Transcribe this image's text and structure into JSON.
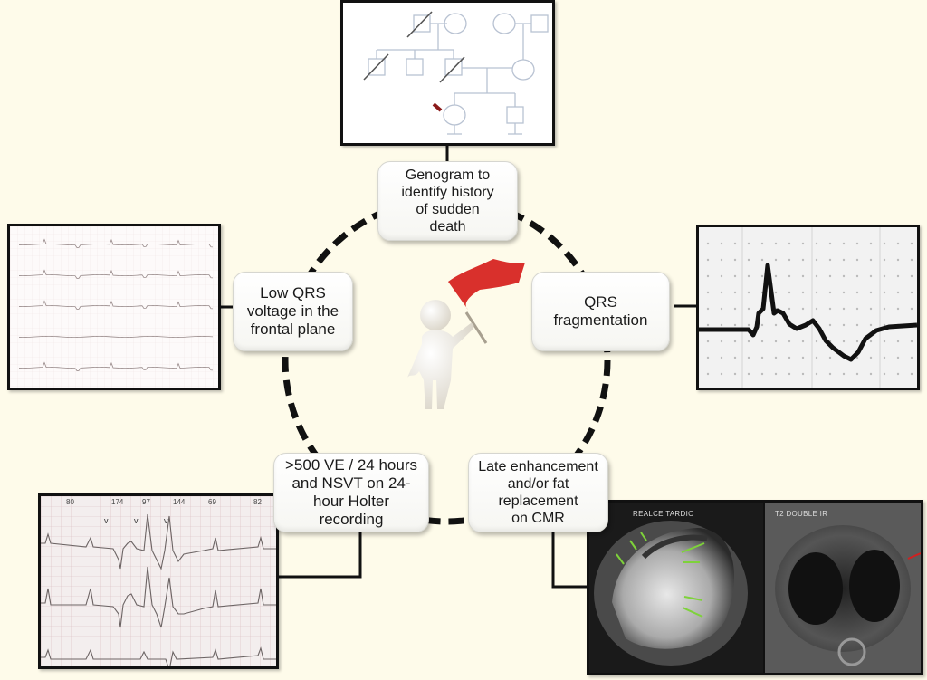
{
  "diagram": {
    "center_icon": "person-with-red-flag-icon",
    "flag_color": "#d9302c",
    "background_color": "#fefbea",
    "nodes": {
      "genogram": {
        "lines": [
          "Genogram to",
          "identify history",
          "of sudden",
          "death"
        ]
      },
      "low_qrs": {
        "lines": [
          "Low QRS",
          "voltage in the",
          "frontal plane"
        ]
      },
      "qrs_frag": {
        "lines": [
          "QRS",
          "fragmentation"
        ]
      },
      "holter": {
        "lines": [
          ">500 VE / 24 hours",
          "and NSVT on 24-",
          "hour Holter recording"
        ]
      },
      "cmr": {
        "lines": [
          "Late enhancement",
          "and/or fat",
          "replacement",
          "on CMR"
        ]
      }
    },
    "panels": {
      "genogram_image": {
        "type": "pedigree-chart",
        "proband_arrow_color": "#8b1a1a"
      },
      "low_qrs_ecg": {
        "type": "12-lead-ecg",
        "rows": 5
      },
      "qrs_fragment_ecg": {
        "type": "ecg-strip-zoom"
      },
      "holter_ecg": {
        "type": "holter-strip",
        "rate_labels": [
          "80",
          "174",
          "97",
          "144",
          "69",
          "82"
        ],
        "markers": [
          "v",
          "v",
          "v"
        ]
      },
      "cmr_images": {
        "type": "cardiac-mri",
        "left_label": "REALCE TARDIO",
        "right_label": "T2 DOUBLE IR",
        "arrow_color_left": "#7ed23a",
        "arrow_color_right": "#d02020"
      }
    }
  }
}
